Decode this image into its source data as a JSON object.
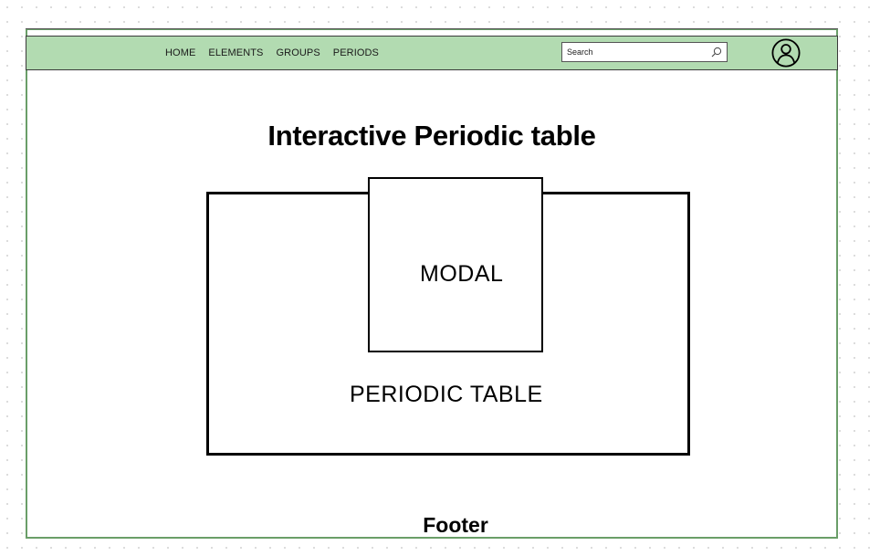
{
  "nav": {
    "links": [
      "HOME",
      "ELEMENTS",
      "GROUPS",
      "PERIODS"
    ]
  },
  "search": {
    "placeholder": "Search",
    "icon": "search-icon"
  },
  "avatar": {
    "icon": "user-avatar-icon"
  },
  "main": {
    "title": "Interactive Periodic table",
    "table_label": "PERIODIC TABLE",
    "modal_label": "MODAL"
  },
  "footer": {
    "label": "Footer"
  },
  "colors": {
    "navbar_bg": "#b2dbb1",
    "frame_border": "#6a9e68"
  }
}
